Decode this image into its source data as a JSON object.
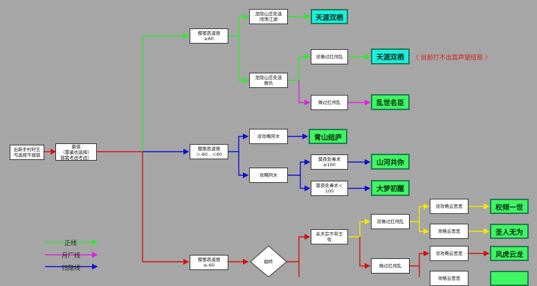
{
  "colors": {
    "green_line": "#2ee82e",
    "red_line": "#d41111",
    "blue_line": "#1010d0",
    "magenta_line": "#dd22dd",
    "yellow_line": "#f2e800",
    "end_cyan": "#19f0e0",
    "end_green": "#3ff562",
    "note_red": "#d41b1b"
  },
  "nodes": {
    "start": "出新手村时乞\n丐选择不拔链",
    "qiaoxia": "豪侠\n（靠骗也选择）\n容我考虑考虑）",
    "karma_high": "蝶鄧哀道德\n≥60",
    "karma_mid": "蝶鄧哀道德\n＞-60 , ＜60",
    "karma_low": "蝶鄧哀道德\n≤-60",
    "longyin_q": "龙隐山庄处选\n闯荡江湖",
    "longyin_fc": "龙隐山庄处选\n报仇",
    "no_tie": "没做过扛颅乱",
    "did_tie": "做过扛颅乱",
    "no_gongliu": "没攻略阿木",
    "gongliu": "攻略阿木",
    "hualei_100": "莫夜处毒术\n≥100",
    "hualei_lt100": "莫夜处毒术＜\n100",
    "kill_wang": "杀天宗不带王\n佐",
    "diamond": "御终",
    "no_tie2": "没做过扛颅乱",
    "did_tie2": "做过扛颅乱",
    "no_yun": "没攻略云思思",
    "yun": "攻略云思思",
    "no_yun2": "没攻略云思思",
    "yun2": "攻略云思思"
  },
  "endings": {
    "tianya1": "天涯双栖",
    "tianya2": "天涯双栖",
    "luanshi": "乱世名臣",
    "qingshan": "青山结庐",
    "shanhe": "山河共你",
    "dameng": "大梦初醒",
    "quanqing": "权倾一世",
    "shengren": "圣人无为",
    "fenghu": "风虎云龙",
    "bottom": ""
  },
  "note": "（ 目前打不出高声望结局 ）",
  "legend": {
    "zheng": "正线",
    "yuechang": "月厂线",
    "guiyin": "归隐线"
  }
}
